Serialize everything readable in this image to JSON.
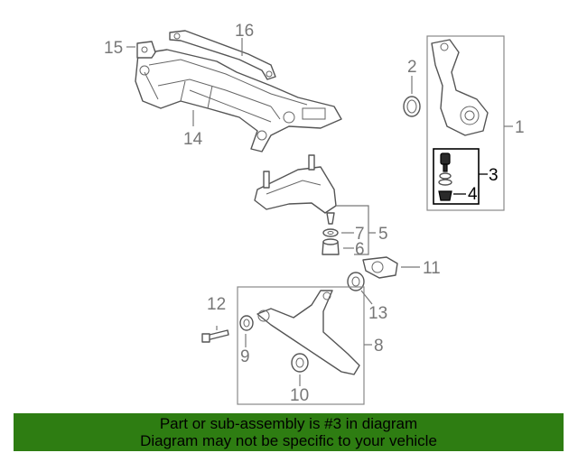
{
  "colors": {
    "banner_background": "#2e7d12",
    "banner_text": "#000000",
    "callout": "#777777",
    "highlight": "#000000"
  },
  "callouts": {
    "c1": "1",
    "c2": "2",
    "c3": "3",
    "c4": "4",
    "c5": "5",
    "c6": "6",
    "c7": "7",
    "c8": "8",
    "c9": "9",
    "c10": "10",
    "c11": "11",
    "c12": "12",
    "c13": "13",
    "c14": "14",
    "c15": "15",
    "c16": "16"
  },
  "banner": {
    "line1": "Part or sub-assembly is #3 in diagram",
    "line2": "Diagram may not be specific to your vehicle"
  }
}
